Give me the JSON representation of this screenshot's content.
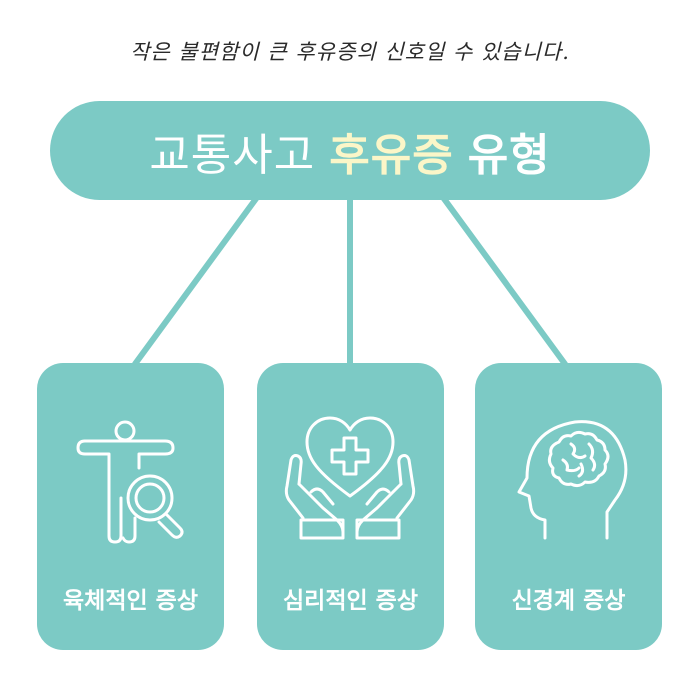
{
  "subtitle": "작은 불편함이 큰 후유증의 신호일 수 있습니다.",
  "title": {
    "part1": "교통사고",
    "part2": "후유증",
    "part3": "유형"
  },
  "cards": [
    {
      "label": "육체적인 증상",
      "icon": "body-pain-magnifier-icon"
    },
    {
      "label": "심리적인 증상",
      "icon": "hands-heart-cross-icon"
    },
    {
      "label": "신경계 증상",
      "icon": "head-brain-icon"
    }
  ],
  "colors": {
    "accent": "#7ccac5",
    "highlight": "#fbf6c8",
    "line": "#7ccac5"
  }
}
